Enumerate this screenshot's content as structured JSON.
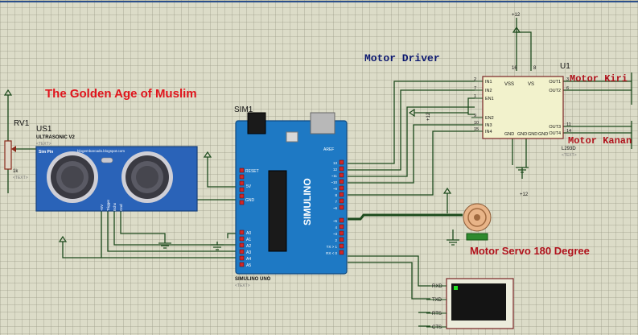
{
  "title": "The Golden Age of Muslim",
  "motor_driver_label": "Motor Driver",
  "motor_left_label": "Motor Kiri",
  "motor_right_label": "Motor Kanan",
  "servo_label": "Motor Servo 180 Degree",
  "power_label": "+12",
  "rv1": {
    "ref": "RV1",
    "value": "1k",
    "text": "<TEXT>"
  },
  "us1": {
    "ref": "US1",
    "part": "ULTRASONIC V2",
    "pin_label": "Sim Pin",
    "blog": "blogembarcado.blogspot.com",
    "text": "<TEXT>",
    "pins": [
      "+5V",
      "Trigger",
      "Echo",
      "Gnd"
    ]
  },
  "sim1": {
    "ref": "SIM1",
    "board": "SIMULINO UNO",
    "text": "<TEXT>",
    "header_labels": [
      "RESET",
      "5V",
      "GND",
      "AREF"
    ],
    "analog_pins": [
      "A0",
      "A1",
      "A2",
      "A3",
      "A4",
      "A5"
    ],
    "digital_pins": [
      "13",
      "12",
      "~11",
      "~10",
      "~9",
      "8",
      "7",
      "~6",
      "~5",
      "4",
      "~3",
      "2",
      "TX > 1",
      "RX < 0"
    ]
  },
  "u1": {
    "ref": "U1",
    "part": "L293D",
    "text": "<TEXT>",
    "left_pins": [
      "IN1",
      "IN2",
      "EN1",
      "EN2",
      "IN3",
      "IN4"
    ],
    "left_pin_numbers": [
      "2",
      "7",
      "1",
      "9",
      "10",
      "15"
    ],
    "top_labels": [
      "VSS",
      "VS"
    ],
    "top_pin_numbers": [
      "16",
      "8"
    ],
    "right_pins": [
      "OUT1",
      "OUT2",
      "OUT3",
      "OUT4"
    ],
    "right_pin_numbers": [
      "3",
      "6",
      "11",
      "14"
    ],
    "gnd_labels": [
      "GND",
      "GND",
      "GND",
      "GND"
    ]
  },
  "terminal": {
    "pins": [
      "RXD",
      "TXD",
      "RTS",
      "CTS"
    ]
  }
}
